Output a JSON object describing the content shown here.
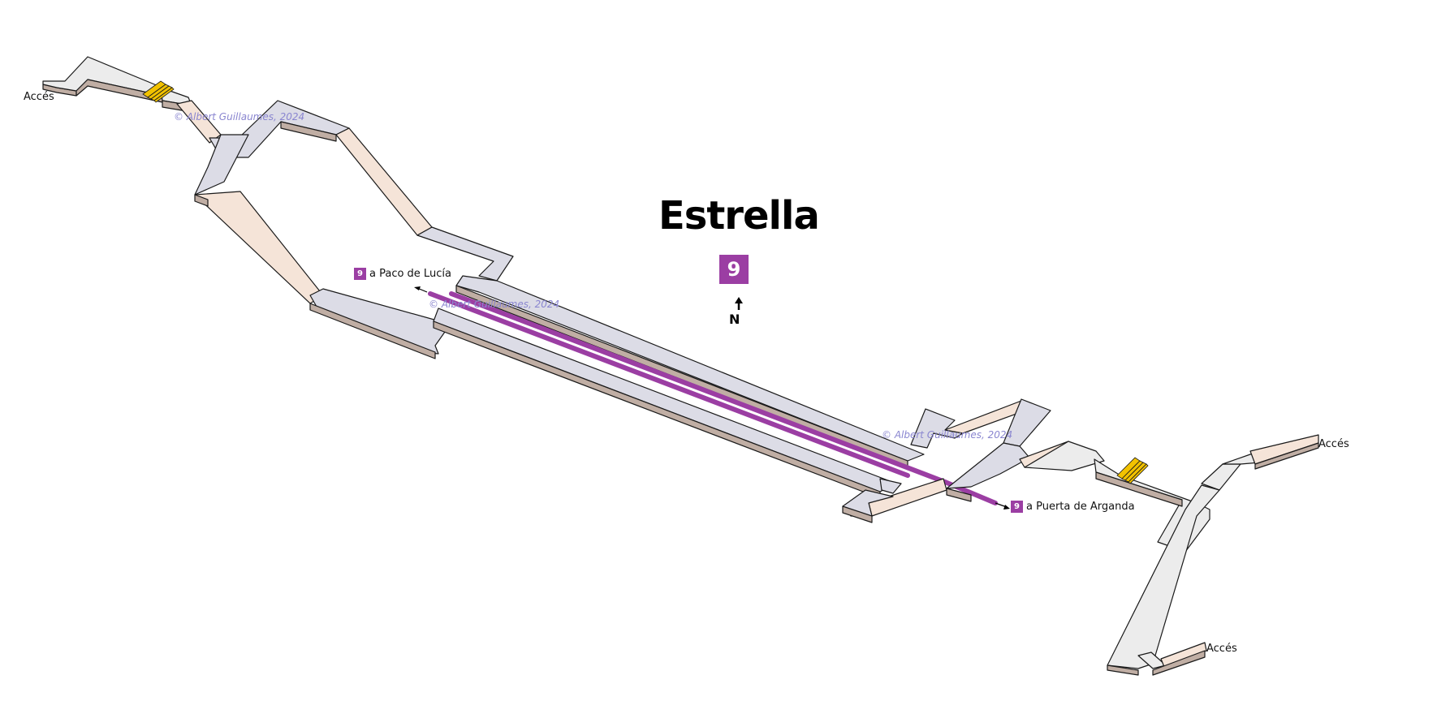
{
  "station": {
    "name": "Estrella",
    "line": "9",
    "north_label": "N"
  },
  "directions": [
    {
      "line": "9",
      "label": "a Paco de Lucía"
    },
    {
      "line": "9",
      "label": "a Puerta de Arganda"
    }
  ],
  "exits": [
    "Accés",
    "Accés",
    "Accés"
  ],
  "watermarks": [
    "© Albert Guillaumes, 2024",
    "© Albert Guillaumes, 2024",
    "© Albert Guillaumes, 2024"
  ],
  "colors": {
    "line9": "#9b3ea3",
    "corridor_top": "#dcdce6",
    "corridor_side": "#c0aea4",
    "ramp": "#f5e4d8",
    "exit_corridor": "#ececec",
    "stairs": "#f2c200",
    "watermark": "#8a86d0",
    "outline": "#1a1a1a"
  }
}
